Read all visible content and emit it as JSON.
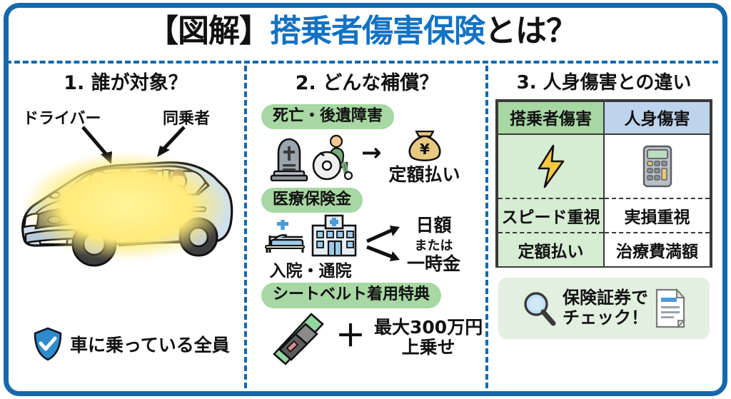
{
  "header": {
    "title_prefix": "【図解】",
    "title_highlight": "搭乗者傷害保険",
    "title_suffix": "とは？"
  },
  "colors": {
    "frame_blue": "#1569ab",
    "title_blue": "#1272c4",
    "badge_green": "#a7d7a2",
    "table_green": "#d6ecd3",
    "table_blue_header": "#bdd4ec",
    "shield_blue": "#2d8ccd",
    "money_gold": "#e8c982",
    "glow_yellow": "#ffeb7a"
  },
  "panel1": {
    "heading": "1. 誰が対象？",
    "label_driver": "ドライバー",
    "label_passenger": "同乗者",
    "conclusion": "車に乗っている全員",
    "icon": "shield-check-icon"
  },
  "panel2": {
    "heading": "2. どんな補償？",
    "sections": [
      {
        "badge": "死亡・後遺障害",
        "icons": [
          "gravestone-icon",
          "wheelchair-icon"
        ],
        "arrow": "→",
        "result_icon": "money-bag-icon",
        "result": "定額払い"
      },
      {
        "badge": "医療保険金",
        "icons": [
          "hospital-bed-icon",
          "hospital-building-icon"
        ],
        "caption": "入院・通院",
        "result_top": "日額",
        "result_mid": "または",
        "result_bottom": "一時金"
      },
      {
        "badge": "シートベルト着用特典",
        "icons": [
          "seatbelt-icon"
        ],
        "operator": "＋",
        "result_top": "最大300万円",
        "result_bottom": "上乗せ"
      }
    ]
  },
  "panel3": {
    "heading": "3. 人身傷害との違い",
    "table": {
      "columns": [
        "搭乗者傷害",
        "人身傷害"
      ],
      "rows": [
        {
          "type": "icon",
          "cells": [
            "lightning-bolt-icon",
            "calculator-icon"
          ]
        },
        {
          "type": "text",
          "cells": [
            "スピード重視",
            "実損重視"
          ]
        },
        {
          "type": "text",
          "cells": [
            "定額払い",
            "治療費満額"
          ]
        }
      ]
    },
    "footer": {
      "search_icon": "magnifier-icon",
      "line1": "保険証券で",
      "line2": "チェック！",
      "doc_icon": "document-icon"
    }
  }
}
